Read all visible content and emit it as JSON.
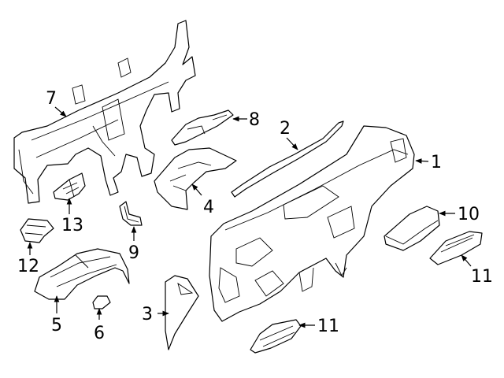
{
  "diagram": {
    "callouts": [
      {
        "id": "c1",
        "label": "1"
      },
      {
        "id": "c2",
        "label": "2"
      },
      {
        "id": "c3",
        "label": "3"
      },
      {
        "id": "c4",
        "label": "4"
      },
      {
        "id": "c5",
        "label": "5"
      },
      {
        "id": "c6",
        "label": "6"
      },
      {
        "id": "c7",
        "label": "7"
      },
      {
        "id": "c8",
        "label": "8"
      },
      {
        "id": "c9",
        "label": "9"
      },
      {
        "id": "c10",
        "label": "10"
      },
      {
        "id": "c11a",
        "label": "11"
      },
      {
        "id": "c11b",
        "label": "11"
      },
      {
        "id": "c12",
        "label": "12"
      },
      {
        "id": "c13",
        "label": "13"
      }
    ]
  }
}
